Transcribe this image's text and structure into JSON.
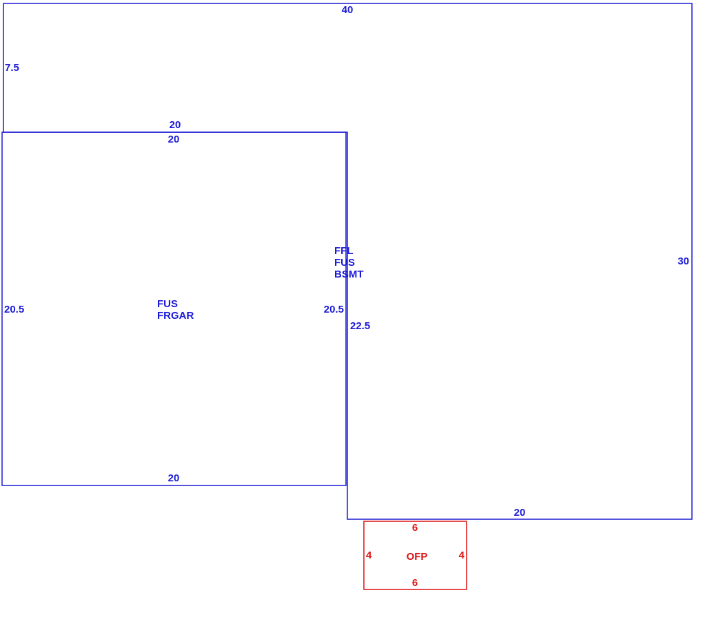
{
  "main_area": {
    "top_dimension": "40",
    "left_upper_dimension": "7.5",
    "right_dimension": "30",
    "inner_left_dimension": "22.5",
    "bottom_dimension": "20",
    "garage_edge_dimension": "20",
    "label_lines": [
      "FFL",
      "FUS",
      "BSMT"
    ],
    "line_color": "#1a1ad6"
  },
  "garage": {
    "top_dimension": "20",
    "left_dimension": "20.5",
    "right_dimension": "20.5",
    "bottom_dimension": "20",
    "label_lines": [
      "FUS",
      "FRGAR"
    ],
    "line_color": "#1a1ad6"
  },
  "porch": {
    "top_dimension": "6",
    "bottom_dimension": "6",
    "left_dimension": "4",
    "right_dimension": "4",
    "label": "OFP",
    "line_color": "#dd1111"
  }
}
